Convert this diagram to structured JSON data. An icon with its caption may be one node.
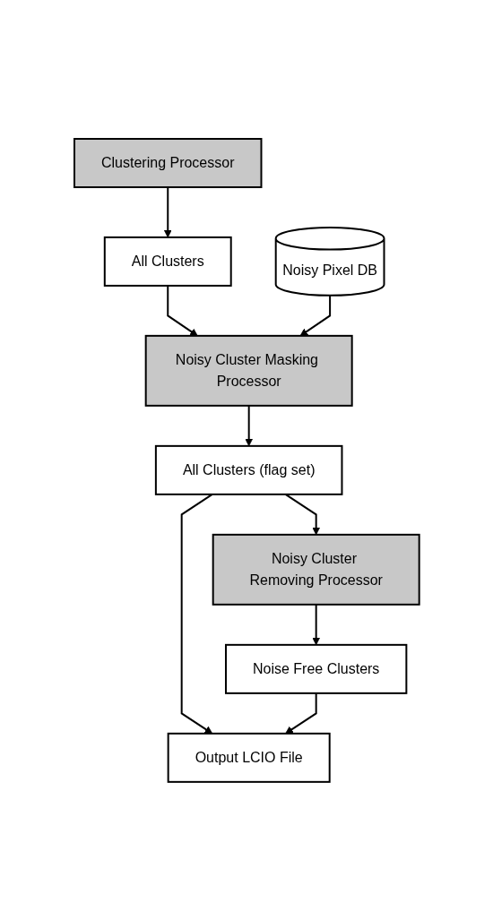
{
  "diagram": {
    "nodes": [
      {
        "text": [
          "Clustering Processor"
        ]
      },
      {
        "text": [
          "All Clusters"
        ]
      },
      {
        "text": [
          "Noisy Cluster Masking Processor"
        ]
      },
      {
        "text": [
          "Noisy Pixel DB"
        ]
      },
      {
        "text": [
          "All Clusters (flag set)"
        ]
      },
      {
        "text": [
          "Noisy Cluster Removing Processor"
        ]
      },
      {
        "text": [
          "Noise Free Clusters"
        ]
      },
      {
        "text": [
          "Output LCIO File"
        ]
      }
    ],
    "edges": [
      {
        "from": 0,
        "to": 1,
        "arrow": "to"
      },
      {
        "from": 1,
        "to": 2,
        "arrow": "to"
      },
      {
        "from": 3,
        "to": 2,
        "arrow": "to"
      },
      {
        "from": 2,
        "to": 4,
        "arrow": "to"
      },
      {
        "from": 4,
        "to": 5,
        "arrow": "to"
      },
      {
        "from": 4,
        "to": 7,
        "arrow": "to"
      },
      {
        "from": 5,
        "to": 6,
        "arrow": "to"
      },
      {
        "from": 6,
        "to": 7,
        "arrow": "to"
      }
    ]
  }
}
